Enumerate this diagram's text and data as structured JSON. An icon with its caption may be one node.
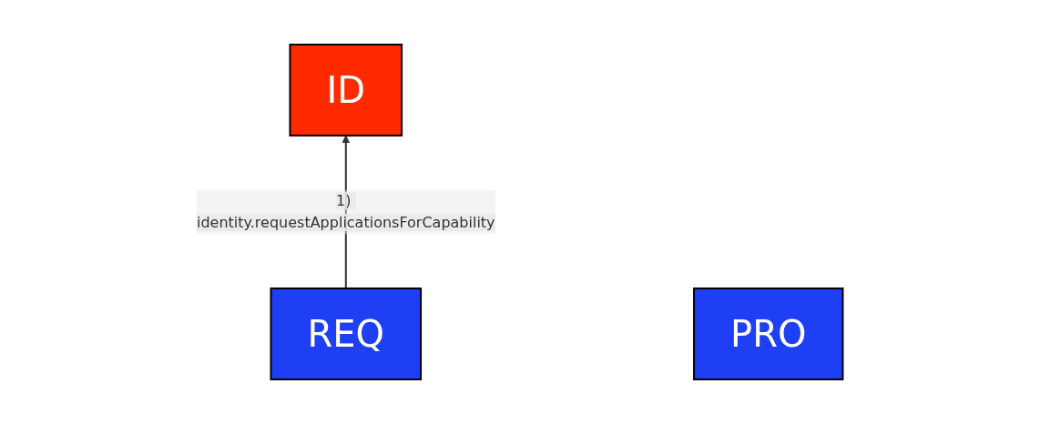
{
  "diagram": {
    "nodes": [
      {
        "text": [
          "ID"
        ]
      },
      {
        "text": [
          "REQ"
        ]
      },
      {
        "text": [
          "PRO"
        ]
      }
    ],
    "edges": [
      {
        "from": 1,
        "to": 0,
        "arrow": "to",
        "label": "1) identity.requestApplicationsForCapability"
      }
    ]
  }
}
